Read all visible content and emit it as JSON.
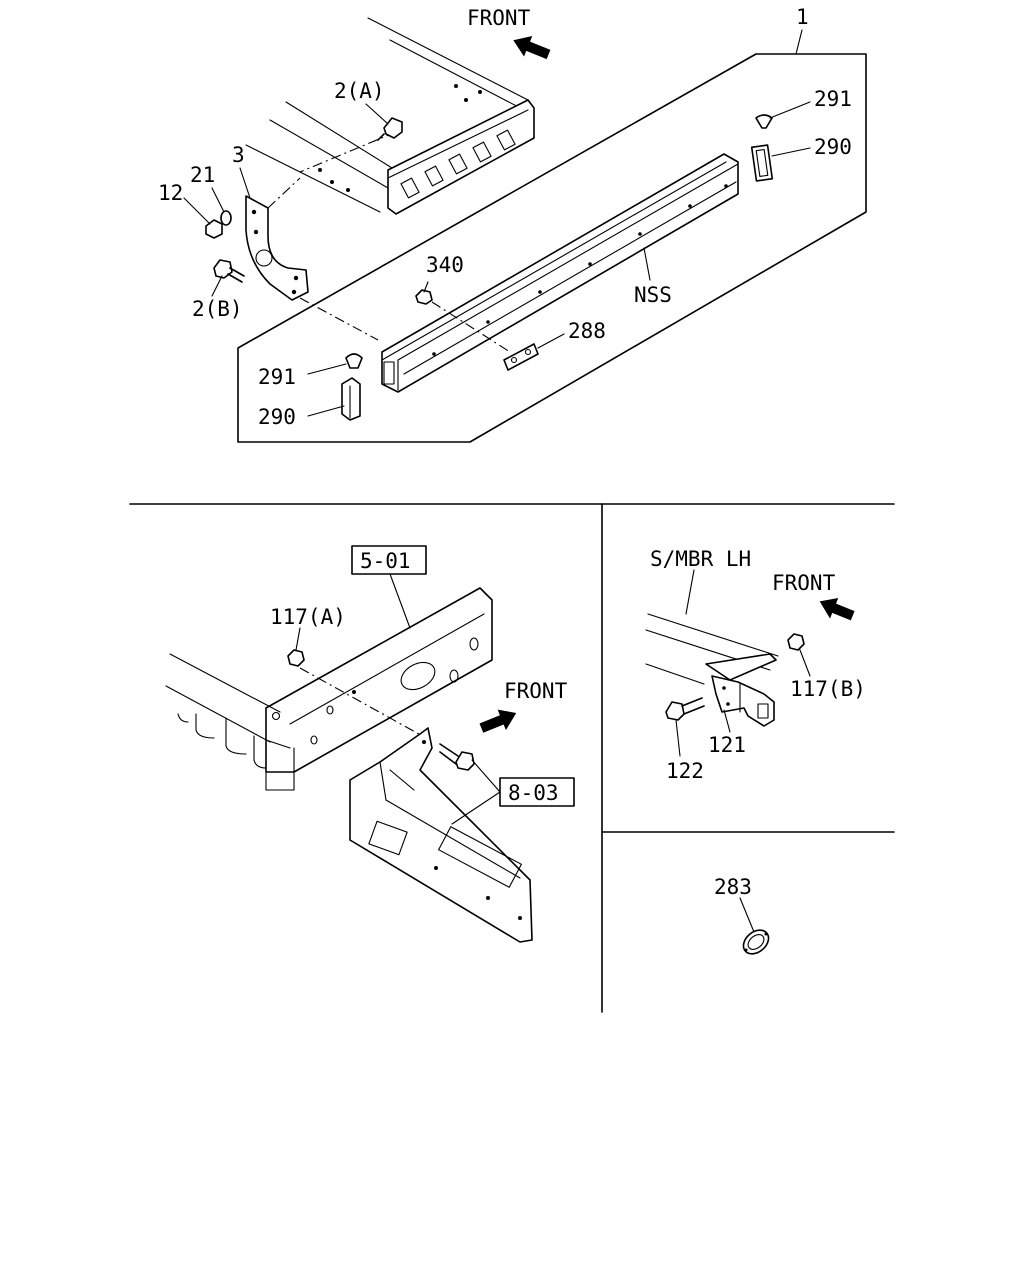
{
  "top_view": {
    "front_label": "FRONT",
    "callouts": {
      "assembly": "1",
      "bolt_a": "2(A)",
      "bolt_b": "2(B)",
      "bracket": "3",
      "washer": "21",
      "nut": "12",
      "cap_upper": "291",
      "block_upper": "290",
      "member": "NSS",
      "nut_340": "340",
      "plate": "288",
      "cap_lower": "291",
      "block_lower": "290"
    }
  },
  "bottom_left": {
    "front_label": "FRONT",
    "ref_frame": "5-01",
    "ref_bracket": "8-03",
    "nut": "117(A)"
  },
  "bottom_right": {
    "member_label": "S/MBR LH",
    "front_label": "FRONT",
    "nut": "117(B)",
    "bracket": "121",
    "bolt": "122"
  },
  "detail": {
    "ring": "283"
  }
}
